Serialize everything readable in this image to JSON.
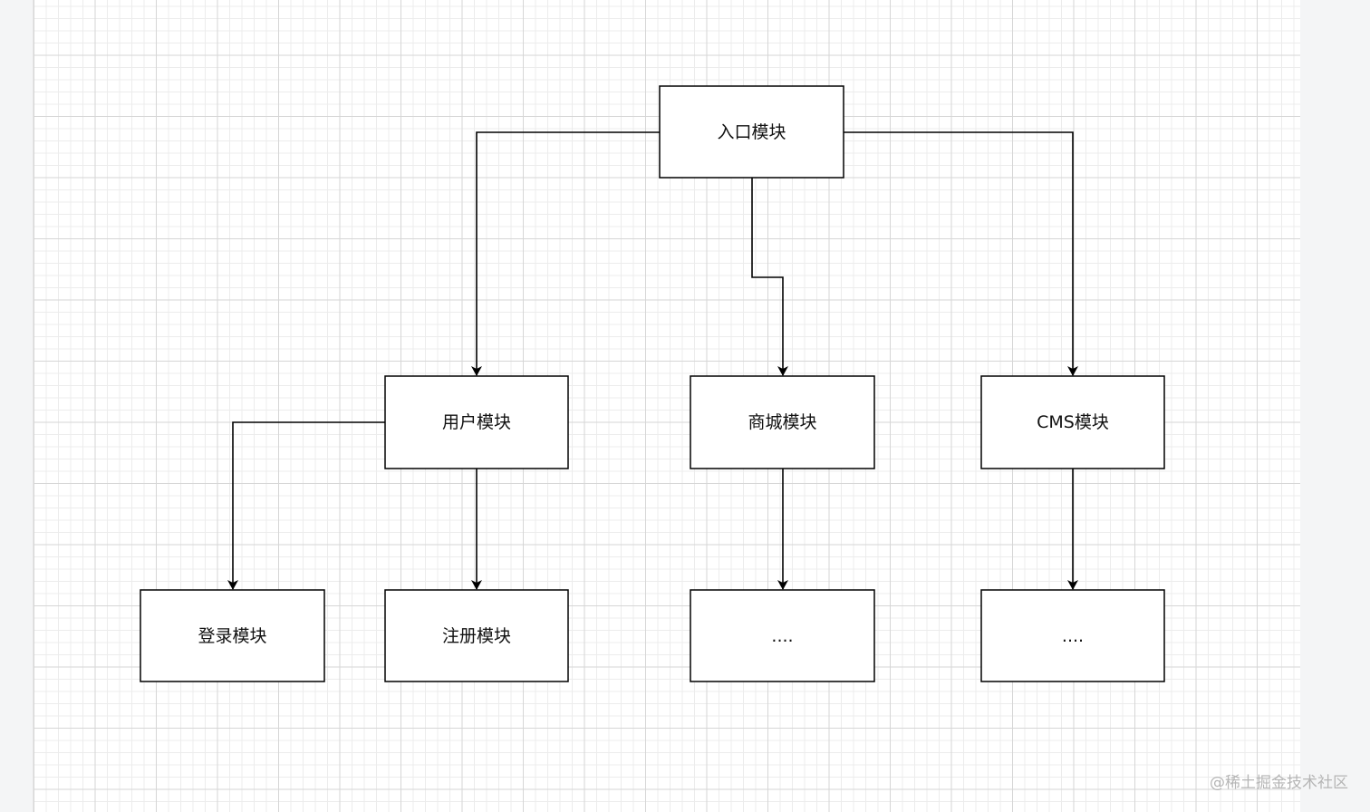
{
  "nodes": [
    {
      "id": "entry",
      "label": "入口模块"
    },
    {
      "id": "user",
      "label": "用户模块"
    },
    {
      "id": "mall",
      "label": "商城模块"
    },
    {
      "id": "cms",
      "label": "CMS模块"
    },
    {
      "id": "login",
      "label": "登录模块"
    },
    {
      "id": "register",
      "label": "注册模块"
    },
    {
      "id": "mall_child",
      "label": "...."
    },
    {
      "id": "cms_child",
      "label": "...."
    }
  ],
  "edges": [
    {
      "from": "entry",
      "to": "user"
    },
    {
      "from": "entry",
      "to": "mall"
    },
    {
      "from": "entry",
      "to": "cms"
    },
    {
      "from": "user",
      "to": "login"
    },
    {
      "from": "user",
      "to": "register"
    },
    {
      "from": "mall",
      "to": "mall_child"
    },
    {
      "from": "cms",
      "to": "cms_child"
    }
  ],
  "watermark": "@稀土掘金技术社区",
  "colors": {
    "stroke": "#000000",
    "node_fill": "#ffffff",
    "grid": "#d6d6d6",
    "watermark": "#b5b5b5"
  }
}
